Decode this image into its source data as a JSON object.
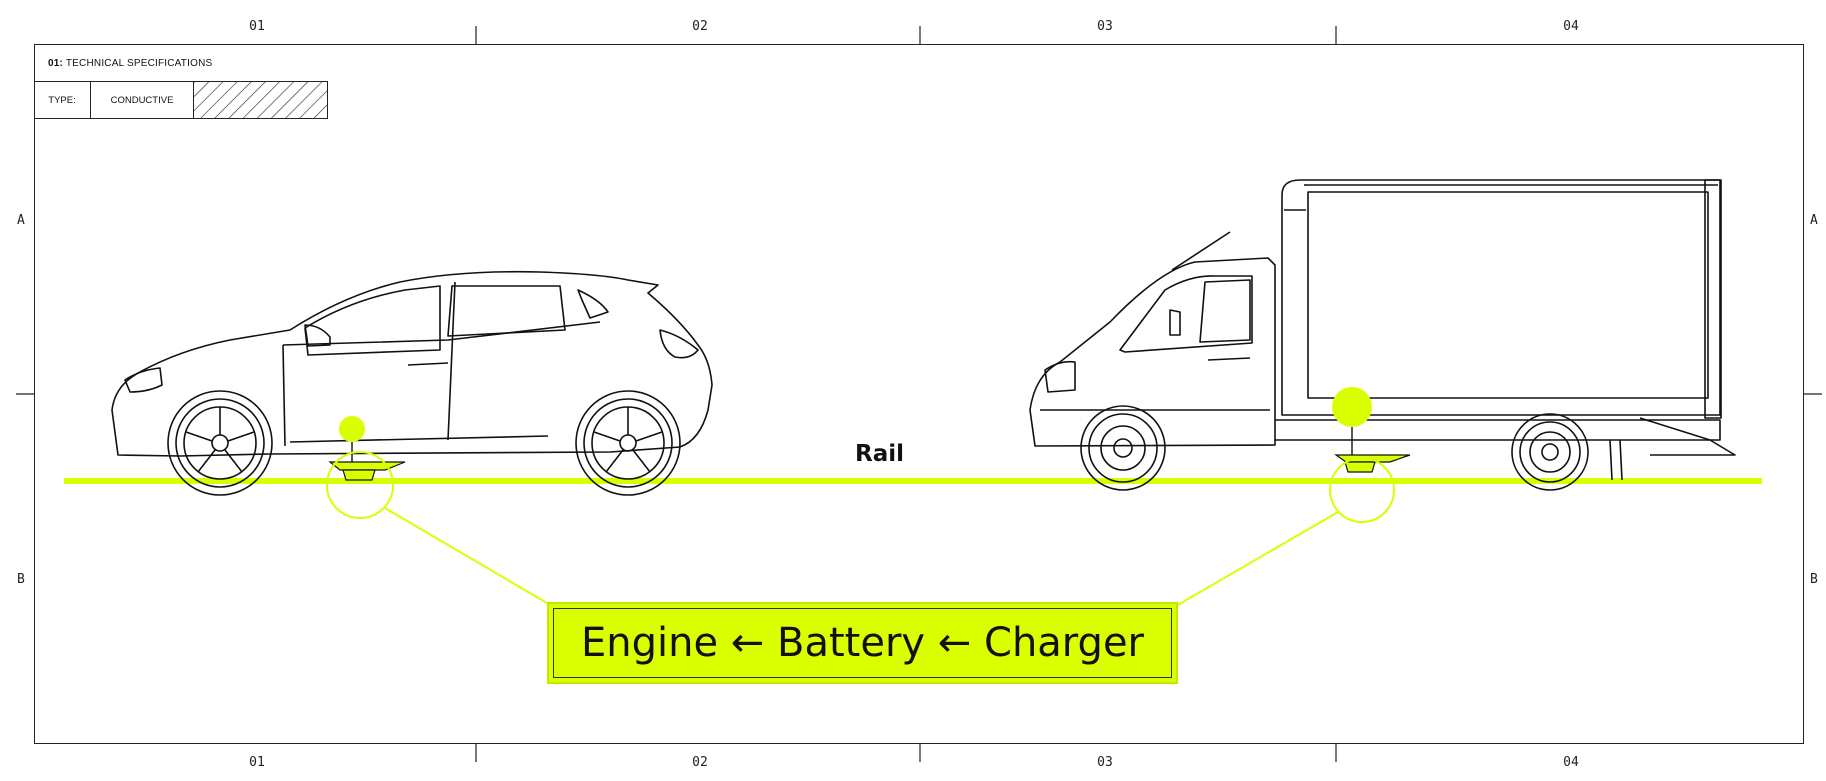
{
  "grid": {
    "columns_top": [
      "01",
      "02",
      "03",
      "04"
    ],
    "columns_bottom": [
      "01",
      "02",
      "03",
      "04"
    ],
    "rows_left": [
      "A",
      "B"
    ],
    "rows_right": [
      "A",
      "B"
    ]
  },
  "spec": {
    "title_prefix": "01:",
    "title": "TECHNICAL SPECIFICATIONS",
    "type_label": "TYPE:",
    "type_value": "CONDUCTIVE"
  },
  "diagram": {
    "rail_label": "Rail",
    "flow_text": "Engine ← Battery ← Charger"
  },
  "colors": {
    "accent": "#d9ff00",
    "line": "#222222"
  },
  "icons": [
    "car-illustration",
    "truck-illustration",
    "charger-pad-icon",
    "hatch-pattern"
  ]
}
